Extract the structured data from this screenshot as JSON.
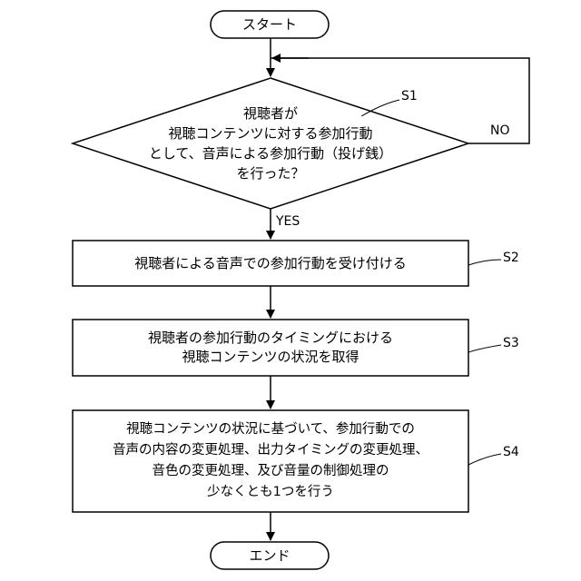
{
  "start": {
    "label": "スタート"
  },
  "end": {
    "label": "エンド"
  },
  "decision": {
    "step": "S1",
    "lines": [
      "視聴者が",
      "視聴コンテンツに対する参加行動",
      "として、音声による参加行動（投げ銭）",
      "を行った？"
    ],
    "yes_label": "YES",
    "no_label": "NO"
  },
  "process_s2": {
    "step": "S2",
    "lines": [
      "視聴者による音声での参加行動を受け付ける"
    ]
  },
  "process_s3": {
    "step": "S3",
    "lines": [
      "視聴者の参加行動のタイミングにおける",
      "視聴コンテンツの状況を取得"
    ]
  },
  "process_s4": {
    "step": "S4",
    "lines": [
      "視聴コンテンツの状況に基づいて、参加行動での",
      "音声の内容の変更処理、出力タイミングの変更処理、",
      "音色の変更処理、及び音量の制御処理の",
      "少なくとも1つを行う"
    ]
  }
}
